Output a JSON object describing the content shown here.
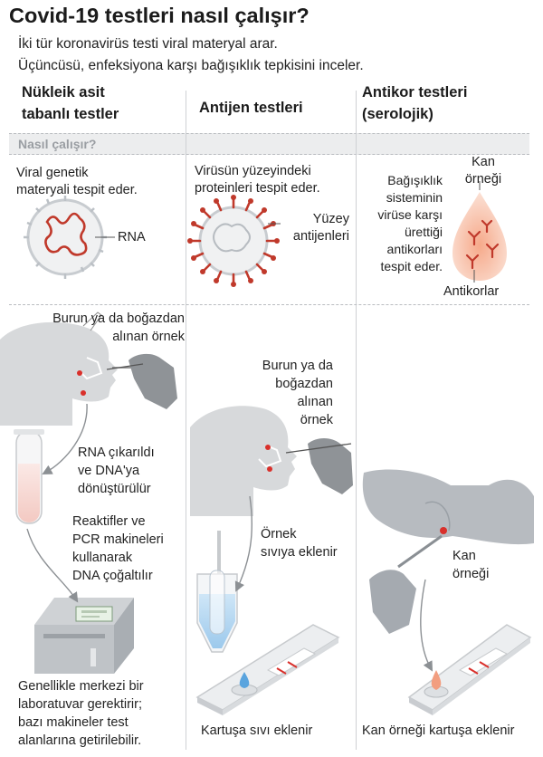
{
  "title": "Covid-19 testleri nasıl çalışır?",
  "subtitle_lines": [
    "İki tür koronavirüs testi viral materyal arar.",
    "Üçüncüsü, enfeksiyona karşı bağışıklık tepkisini inceler."
  ],
  "columns": [
    {
      "title_lines": [
        "Nükleik asit",
        "tabanlı testler"
      ]
    },
    {
      "title_lines": [
        "Antijen testleri"
      ]
    },
    {
      "title_lines": [
        "Antikor testleri",
        "(serolojik)"
      ]
    }
  ],
  "section_label": "Nasıl çalışır?",
  "how_it_works": {
    "nucleic": {
      "text_lines": [
        "Viral genetik",
        "materyali tespit eder."
      ],
      "label": "RNA"
    },
    "antigen": {
      "text_lines": [
        "Virüsün yüzeyindeki",
        "proteinleri tespit eder."
      ],
      "label_lines": [
        "Yüzey",
        "antijenleri"
      ]
    },
    "antibody": {
      "text_lines": [
        "Bağışıklık",
        "sisteminin",
        "virüse karşı",
        "ürettiği",
        "antikorları",
        "tespit eder."
      ],
      "top_label_lines": [
        "Kan",
        "örneği"
      ],
      "bottom_label": "Antikorlar"
    }
  },
  "process": {
    "nucleic": {
      "sample_lines": [
        "Burun ya da boğazdan",
        "alınan örnek"
      ],
      "rna_lines": [
        "RNA çıkarıldı",
        "ve DNA'ya",
        "dönüştürülür"
      ],
      "pcr_lines": [
        "Reaktifler ve",
        "PCR makineleri",
        "kullanarak",
        "DNA çoğaltılır"
      ],
      "lab_lines": [
        "Genellikle merkezi bir",
        "laboratuvar gerektirir;",
        "bazı makineler test",
        "alanlarına getirilebilir."
      ]
    },
    "antigen": {
      "sample_lines": [
        "Burun ya da",
        "boğazdan",
        "alınan",
        "örnek"
      ],
      "liquid_lines": [
        "Örnek",
        "sıvıya eklenir"
      ],
      "cartridge_caption": "Kartuşa sıvı eklenir"
    },
    "antibody": {
      "blood_lines": [
        "Kan",
        "örneği"
      ],
      "cartridge_caption": "Kan örneği kartuşa eklenir"
    }
  },
  "colors": {
    "virus_red": "#c0392b",
    "accent_red": "#d9302b",
    "band_bg": "#ecedee",
    "grey_figure": "#d7d9db"
  }
}
